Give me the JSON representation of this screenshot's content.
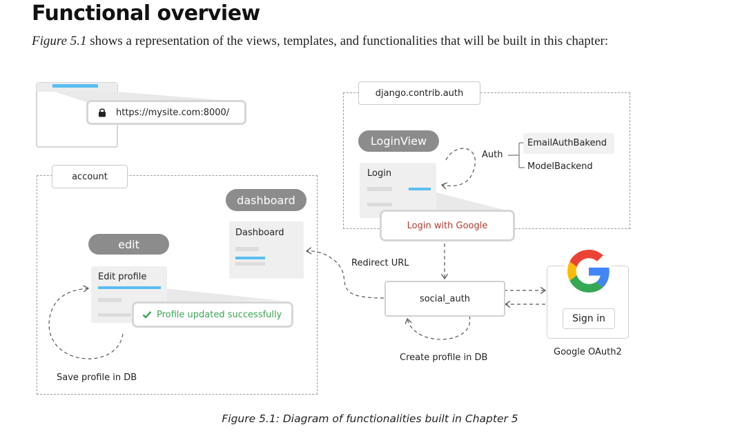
{
  "heading": "Functional overview",
  "intro": {
    "figure_ref": "Figure 5.1",
    "text": " shows a representation of the views, templates, and functionalities that will be built in this chapter:"
  },
  "browser": {
    "url": "https://mysite.com:8000/",
    "lock_icon": "lock-icon"
  },
  "account_section": {
    "label": "account",
    "dashboard_view": "dashboard",
    "dashboard_card_title": "Dashboard",
    "edit_view": "edit",
    "edit_card_title": "Edit profile",
    "success_message": "Profile updated successfully",
    "success_icon": "check-icon",
    "loop_label": "Save profile in DB"
  },
  "auth_section": {
    "label": "django.contrib.auth",
    "login_view": "LoginView",
    "login_card_title": "Login",
    "login_with_google": "Login with Google",
    "auth_label": "Auth",
    "backends": [
      "EmailAuthBakend",
      "ModelBackend"
    ]
  },
  "social": {
    "redirect_label": "Redirect URL",
    "social_auth_label": "social_auth",
    "create_profile_label": "Create profile in DB"
  },
  "google": {
    "logo_icon": "google-g-icon",
    "sign_in_label": "Sign in",
    "caption": "Google OAuth2"
  },
  "colors": {
    "accent_blue": "#59bdf1",
    "google_red": "#ea4335",
    "google_yellow": "#fbbc05",
    "google_green": "#34a853",
    "google_blue": "#4285f4",
    "success_green": "#3aa655",
    "login_google_text": "#b03a2e"
  },
  "caption": "Figure 5.1: Diagram of functionalities built in Chapter 5"
}
